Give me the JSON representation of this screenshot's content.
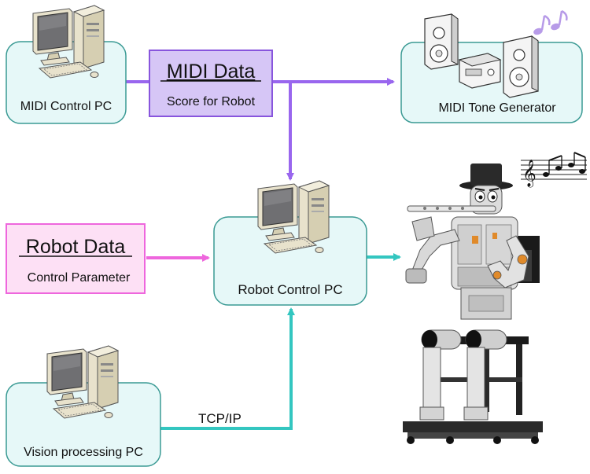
{
  "nodes": {
    "midi_control_pc": {
      "label": "MIDI Control PC"
    },
    "midi_data": {
      "title": "MIDI Data",
      "subtitle": "Score for Robot"
    },
    "midi_tone_generator": {
      "label": "MIDI Tone Generator"
    },
    "robot_control_pc": {
      "label": "Robot Control PC"
    },
    "robot_data": {
      "title": "Robot Data",
      "subtitle": "Control Parameter"
    },
    "vision_pc": {
      "label": "Vision processing PC"
    }
  },
  "edges": {
    "tcp_ip": {
      "label": "TCP/IP"
    }
  },
  "colors": {
    "node_fill": "#e6f8f8",
    "node_stroke": "#3a9a94",
    "midi_arrow": "#9966ee",
    "midi_box_fill": "#d6c6f6",
    "robot_arrow": "#ee66dd",
    "robot_box_fill": "#fde0f5",
    "teal_arrow": "#33c6c0"
  },
  "icons": [
    "desktop-pc-icon",
    "speaker-system-icon",
    "music-notes-icon",
    "flute-robot-illustration"
  ]
}
